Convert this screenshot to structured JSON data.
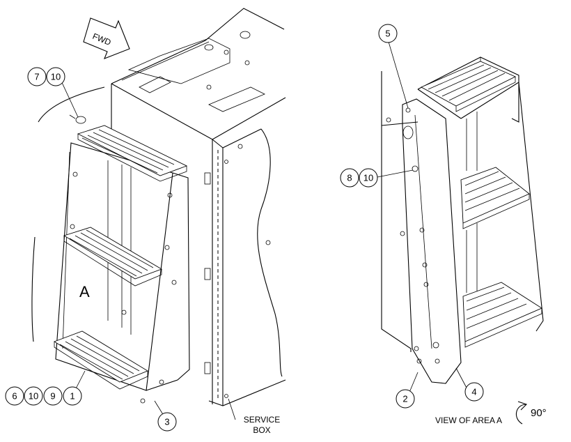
{
  "fwd_arrow": {
    "text": "FWD"
  },
  "area_label": "A",
  "service_box": {
    "line1": "SERVICE",
    "line2": "BOX"
  },
  "view_label": "VIEW OF AREA A",
  "rotation": "90°",
  "callouts": {
    "c7": "7",
    "c10a": "10",
    "c6": "6",
    "c10b": "10",
    "c9": "9",
    "c1": "1",
    "c3": "3",
    "c5": "5",
    "c8": "8",
    "c10c": "10",
    "c2": "2",
    "c4": "4"
  }
}
